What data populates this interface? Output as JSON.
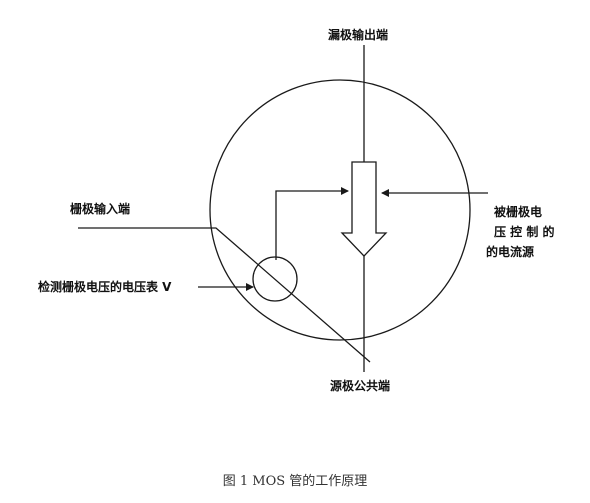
{
  "labels": {
    "drain_output": "漏极输出端",
    "gate_input": "栅极输入端",
    "voltmeter": "检测栅极电压的电压表 V",
    "source_common": "源极公共端",
    "controlled_source_line1": "被栅极电",
    "controlled_source_line2": "压 控 制 的",
    "controlled_source_line3": "的电流源"
  },
  "caption": "图 1  MOS 管的工作原理"
}
